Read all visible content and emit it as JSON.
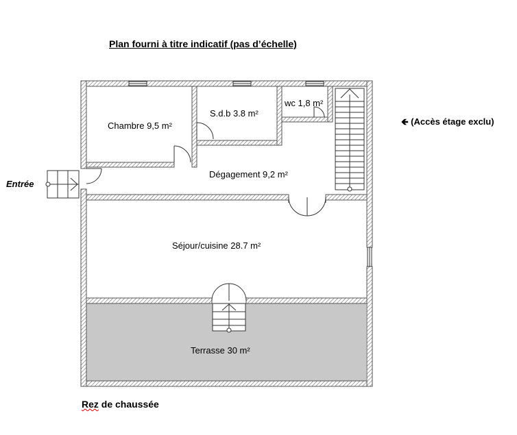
{
  "header": {
    "title": "Plan fourni à titre indicatif (pas d’échelle)"
  },
  "footer": {
    "level_label_underlined": "Rez",
    "level_label_rest": " de chaussée"
  },
  "notes": {
    "upstairs_access": "🡸 (Accès étage exclu)",
    "entrance": "Entrée"
  },
  "rooms": {
    "bedroom": "Chambre 9,5 m²",
    "bathroom": "S.d.b 3.8 m²",
    "wc": "wc 1,8 m²",
    "hallway": "Dégagement 9,2 m²",
    "living": "Séjour/cuisine 28.7 m²",
    "terrace": "Terrasse 30 m²"
  },
  "colors": {
    "wall_stroke": "#555555",
    "terrace_fill": "#c8c8c8"
  }
}
